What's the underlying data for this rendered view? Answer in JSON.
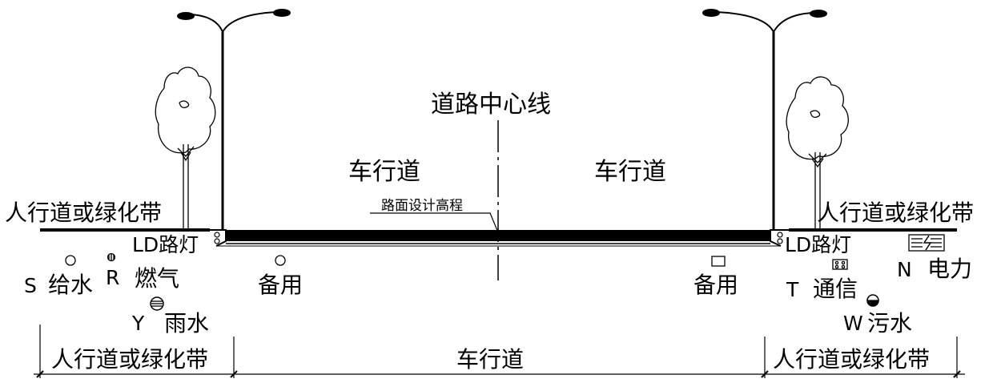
{
  "labels": {
    "center_line": "道路中心线",
    "carriageway_left": "车行道",
    "carriageway_right": "车行道",
    "design_elevation": "路面设计高程",
    "sidewalk_left_top": "人行道或绿化带",
    "sidewalk_right_top": "人行道或绿化带",
    "streetlight_left": "LD路灯",
    "streetlight_right": "LD路灯"
  },
  "utilities": {
    "water_code": "S",
    "water_label": "给水",
    "gas_code": "R",
    "gas_label": "燃气",
    "rain_code": "Y",
    "rain_label": "雨水",
    "spare_left_label": "备用",
    "spare_right_label": "备用",
    "telecom_code": "T",
    "telecom_label": "通信",
    "power_code": "N",
    "power_label": "电力",
    "sewage_code": "W",
    "sewage_label": "污水"
  },
  "dimensions": {
    "left": "人行道或绿化带",
    "center": "车行道",
    "right": "人行道或绿化带"
  },
  "colors": {
    "line": "#000000",
    "background": "#ffffff"
  }
}
